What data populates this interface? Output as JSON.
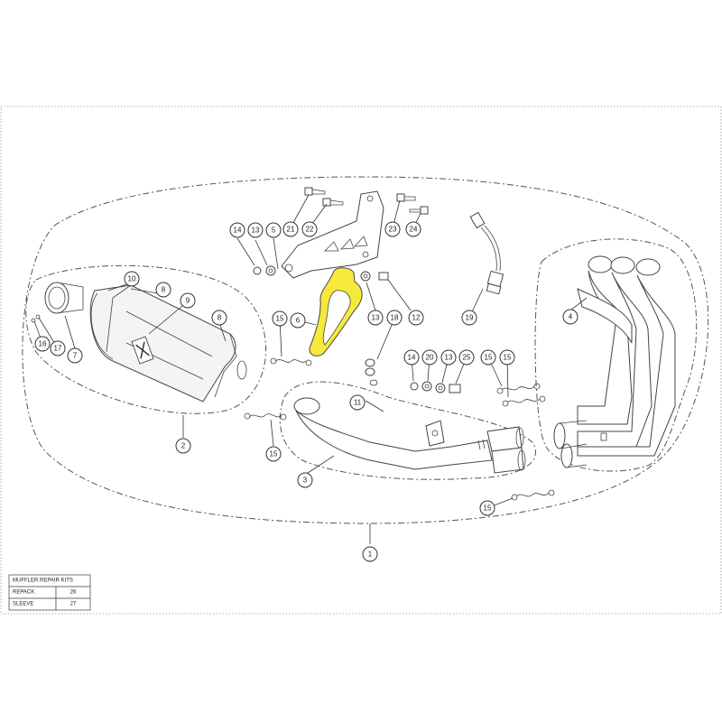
{
  "diagram": {
    "highlight_color": "#f5ea3a",
    "line_color": "#444444",
    "callouts": [
      {
        "id": "c1",
        "label": "1"
      },
      {
        "id": "c2",
        "label": "2"
      },
      {
        "id": "c3",
        "label": "3"
      },
      {
        "id": "c4",
        "label": "4"
      },
      {
        "id": "c5",
        "label": "5"
      },
      {
        "id": "c6",
        "label": "6"
      },
      {
        "id": "c7",
        "label": "7"
      },
      {
        "id": "c8a",
        "label": "8"
      },
      {
        "id": "c8b",
        "label": "8"
      },
      {
        "id": "c9",
        "label": "9"
      },
      {
        "id": "c10",
        "label": "10"
      },
      {
        "id": "c11",
        "label": "11"
      },
      {
        "id": "c12",
        "label": "12"
      },
      {
        "id": "c13a",
        "label": "13"
      },
      {
        "id": "c13b",
        "label": "13"
      },
      {
        "id": "c13c",
        "label": "13"
      },
      {
        "id": "c14a",
        "label": "14"
      },
      {
        "id": "c14b",
        "label": "14"
      },
      {
        "id": "c15a",
        "label": "15"
      },
      {
        "id": "c15b",
        "label": "15"
      },
      {
        "id": "c15c",
        "label": "15"
      },
      {
        "id": "c15d",
        "label": "15"
      },
      {
        "id": "c15e",
        "label": "15"
      },
      {
        "id": "c16",
        "label": "16"
      },
      {
        "id": "c17",
        "label": "17"
      },
      {
        "id": "c18",
        "label": "18"
      },
      {
        "id": "c19",
        "label": "19"
      },
      {
        "id": "c20",
        "label": "20"
      },
      {
        "id": "c21",
        "label": "21"
      },
      {
        "id": "c22",
        "label": "22"
      },
      {
        "id": "c23",
        "label": "23"
      },
      {
        "id": "c24",
        "label": "24"
      },
      {
        "id": "c25",
        "label": "25"
      }
    ]
  },
  "repair_kits": {
    "title": "MUFFLER REPAIR KITS",
    "rows": [
      {
        "name": "REPACK",
        "code": "26"
      },
      {
        "name": "SLEEVE",
        "code": "27"
      }
    ]
  }
}
